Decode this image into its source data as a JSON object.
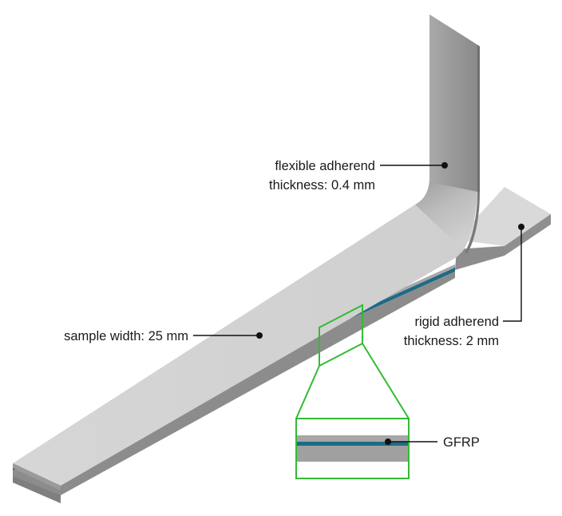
{
  "labels": {
    "flexible_line1": "flexible adherend",
    "flexible_line2": "thickness: 0.4 mm",
    "rigid_line1": "rigid adherend",
    "rigid_line2": "thickness: 2 mm",
    "sample_width": "sample width: 25 mm",
    "gfrp": "GFRP"
  },
  "colors": {
    "flexible_face": "#9a9a9a",
    "bar_top": "#d4d4d4",
    "rigid_side": "#8e8e8e",
    "adhesive_layer": "#1f6a86",
    "zoom_box": "#33bb33",
    "leader_line": "#111111"
  }
}
